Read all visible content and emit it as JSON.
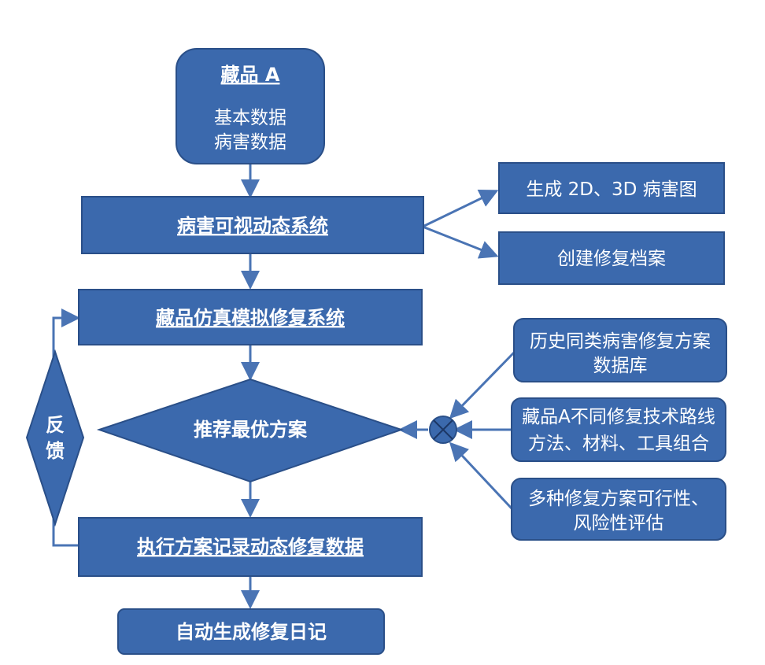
{
  "nodes": {
    "artifact": {
      "title": "藏品 A",
      "line1": "基本数据",
      "line2": "病害数据"
    },
    "visual_system": {
      "label": "病害可视动态系统"
    },
    "gen_map": {
      "label": "生成 2D、3D 病害图"
    },
    "create_archive": {
      "label": "创建修复档案"
    },
    "sim_system": {
      "label": "藏品仿真模拟修复系统"
    },
    "history_db": {
      "line1": "历史同类病害修复方案",
      "line2": "数据库"
    },
    "tech_routes": {
      "line1": "藏品A不同修复技术路线",
      "line2": "方法、材料、工具组合"
    },
    "feasibility": {
      "line1": "多种修复方案可行性、",
      "line2": "风险性评估"
    },
    "recommend": {
      "label": "推荐最优方案"
    },
    "feedback": {
      "line1": "反",
      "line2": "馈"
    },
    "execute": {
      "label": "执行方案记录动态修复数据"
    },
    "auto_diary": {
      "label": "自动生成修复日记"
    }
  },
  "colors": {
    "box_fill": "#3b69ad",
    "box_stroke": "#2a4f88",
    "arrow": "#4a74b4",
    "text": "#ffffff"
  }
}
